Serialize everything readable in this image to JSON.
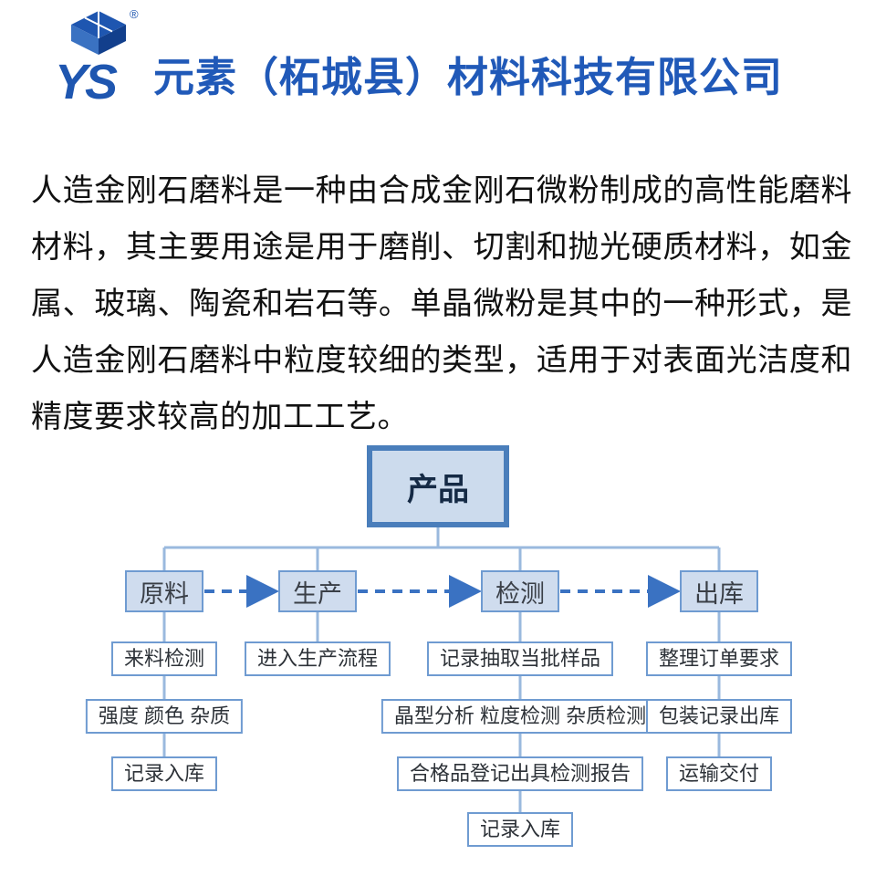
{
  "header": {
    "company_name": "元素（柘城县）材料科技有限公司",
    "logo": {
      "letters": "YS",
      "registered_mark": "®"
    }
  },
  "intro": {
    "text": "人造金刚石磨料是一种由合成金刚石微粉制成的高性能磨料材料，其主要用途是用于磨削、切割和抛光硬质材料，如金属、玻璃、陶瓷和岩石等。单晶微粉是其中的一种形式，是人造金刚石磨料中粒度较细的类型，适用于对表面光洁度和精度要求较高的加工工艺。"
  },
  "flowchart": {
    "root": "产品",
    "stages": [
      {
        "label": "原料",
        "steps": [
          "来料检测",
          "强度 颜色 杂质",
          "记录入库"
        ]
      },
      {
        "label": "生产",
        "steps": [
          "进入生产流程"
        ]
      },
      {
        "label": "检测",
        "steps": [
          "记录抽取当批样品",
          "晶型分析 粒度检测 杂质检测",
          "合格品登记出具检测报告",
          "记录入库"
        ]
      },
      {
        "label": "出库",
        "steps": [
          "整理订单要求",
          "包装记录出库",
          "运输交付"
        ]
      }
    ]
  },
  "colors": {
    "brand_blue": "#2059b8",
    "root_border": "#4a7ebb",
    "box_fill": "#cfdcee",
    "box_border": "#6f9bd1",
    "connector": "#9ab9de",
    "arrow": "#3a72c2"
  }
}
